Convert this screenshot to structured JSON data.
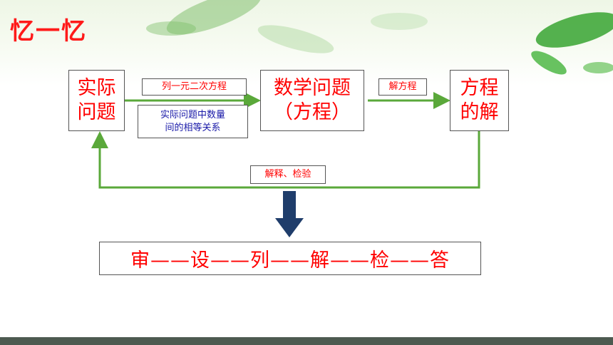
{
  "title": "忆一忆",
  "nodes": {
    "real_problem": [
      "实际",
      "问题"
    ],
    "math_problem": [
      "数学问题",
      "（方程）"
    ],
    "solution": [
      "方程",
      "的解"
    ]
  },
  "edge_labels": {
    "set_equation": "列一元二次方程",
    "equal_relation": [
      "实际问题中数量",
      "间的相等关系"
    ],
    "solve": "解方程",
    "explain_check": "解释、检验"
  },
  "steps_summary": "审——设——列——解——检——答",
  "colors": {
    "title": "#ff1a1a",
    "node_text": "#ff0000",
    "label_blue": "#1a1aa8",
    "arrow_green": "#5aa83a",
    "down_arrow": "#1f3d6b",
    "footer": "#4d5a50"
  }
}
